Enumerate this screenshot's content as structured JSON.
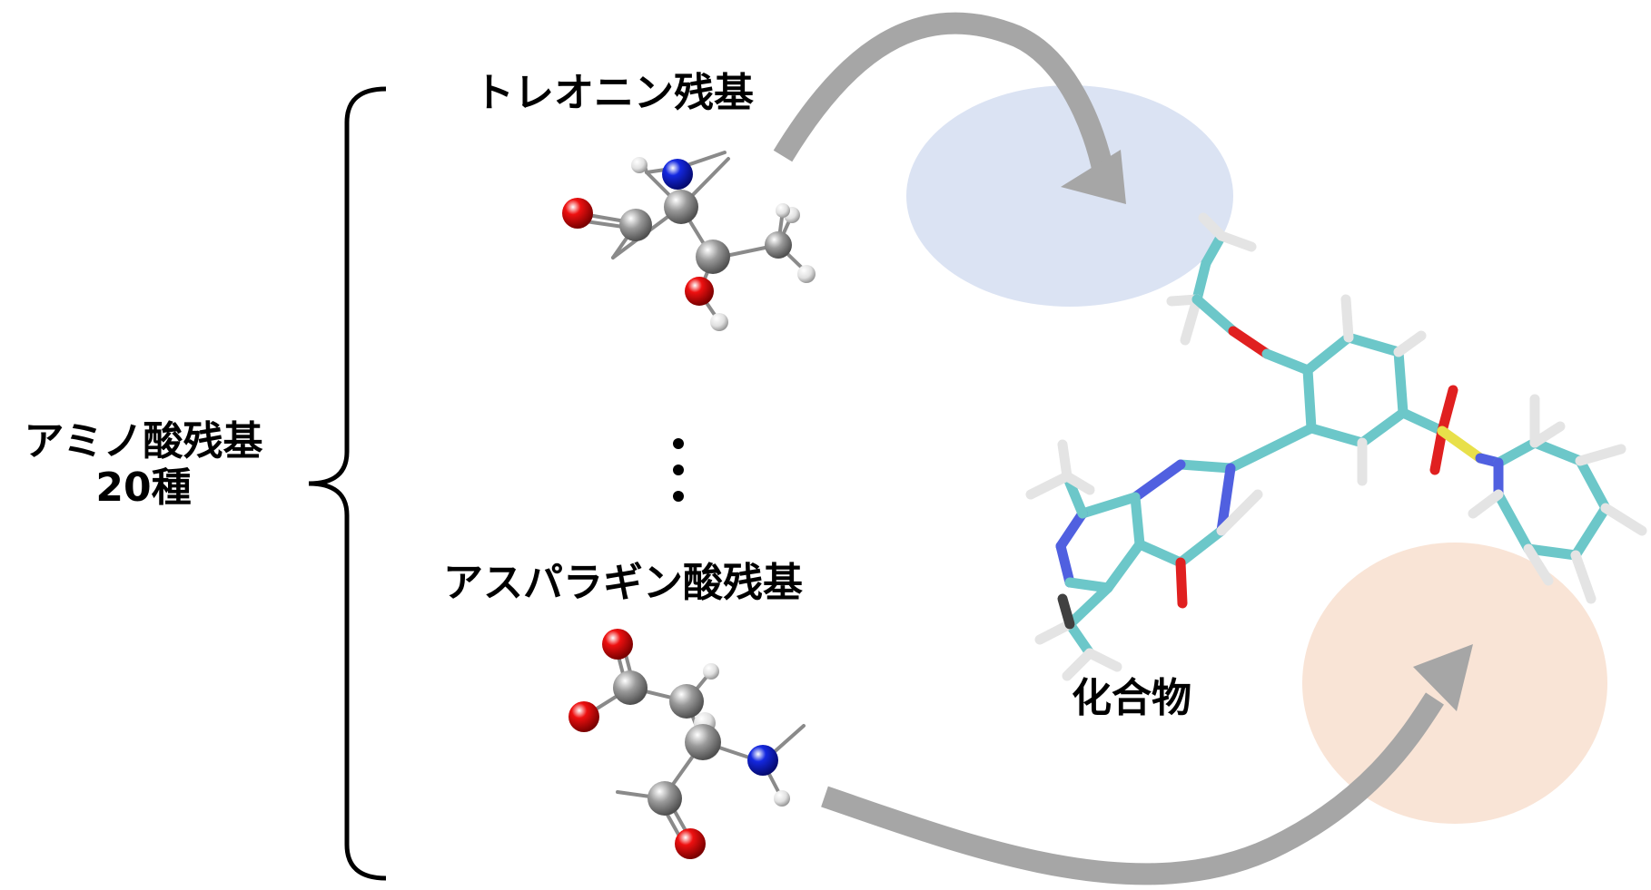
{
  "labels": {
    "amino_acid_group": "アミノ酸残基",
    "amino_acid_count": "20種",
    "threonine": "トレオニン残基",
    "aspartic_acid": "アスパラギン酸残基",
    "compound": "化合物"
  },
  "ellipsis": "⋮",
  "colors": {
    "arrow": "#a6a6a6",
    "blue_region": "#dbe3f3",
    "orange_region": "#f9e4d6",
    "carbon": "#8c8c8c",
    "oxygen": "#e30000",
    "nitrogen": "#0a1fd6",
    "hydrogen": "#e6e6e6",
    "stick_carbon": "#6cc7c9",
    "stick_nitrogen": "#5060e0",
    "stick_oxygen": "#e02020",
    "stick_sulfur": "#e8e04a",
    "stick_hydrogen": "#e4e4e4"
  }
}
